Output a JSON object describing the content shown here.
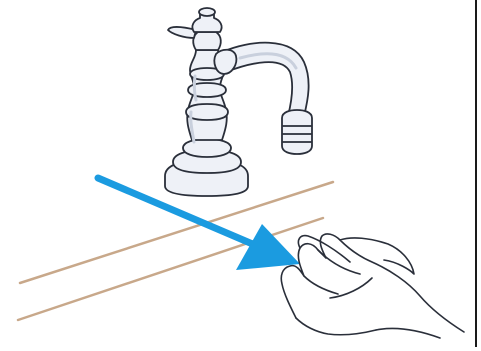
{
  "colors": {
    "background": "#ffffff",
    "line_art": "#2a2f3a",
    "faucet_fill": "#eef1f7",
    "faucet_shadow": "#c9d0dd",
    "counter_lines": "#c8a88a",
    "arrow": "#1b9be0",
    "skin_fill": "#ffffff",
    "frame": "#1a1a1a"
  },
  "elements": {
    "faucet": "faucet-illustration",
    "counter": "countertop-edge-lines",
    "hand": "open-palm-hand",
    "arrow": "direction-arrow"
  }
}
